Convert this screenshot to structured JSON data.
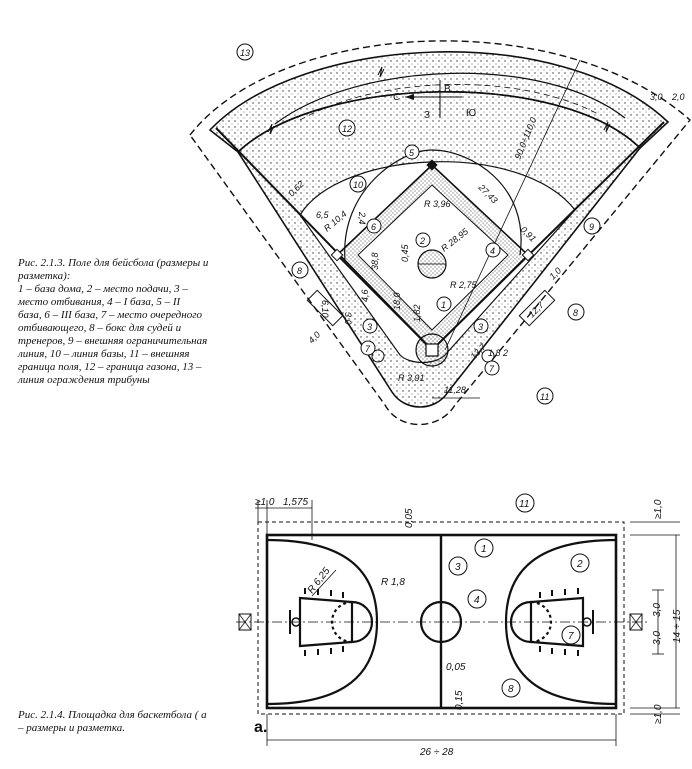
{
  "baseball": {
    "caption_lines": [
      "Рис. 2.1.3. Поле для бейсбола (размеры и",
      "разметка):",
      "1 – база дома, 2 – место подачи, 3 –",
      "место отбивания, 4 – I база, 5 – II",
      "база, 6 – III база, 7 – место очередного",
      "отбивающего, 8 – бокс для судей и",
      "тренеров, 9 – внешняя ограничительная",
      "линия, 10 – линия базы, 11 – внешняя",
      "граница поля, 12 – граница газона, 13 –",
      "линия ограждения трибуны"
    ],
    "compass": {
      "n": "С",
      "w": "В",
      "e": "Ю",
      "s": "З"
    },
    "callouts": [
      "1",
      "2",
      "3",
      "3",
      "4",
      "5",
      "6",
      "7",
      "7",
      "8",
      "8",
      "9",
      "10",
      "11",
      "12",
      "13"
    ],
    "dims": {
      "d_3_0": "3,0",
      "d_2_0": "2,0",
      "d_outfield": "90,0÷110,0",
      "d_27_43": "27,43",
      "d_r396": "R 3,96",
      "d_r10_4": "R 10,4",
      "d_6_5": "6,5",
      "d_2_4": "2,4",
      "d_0_62": "0,62",
      "d_38_8": "38,8",
      "d_0_45": "0,45",
      "d_r28_95": "R 28,95",
      "d_0_91": "0,91",
      "d_r2_75": "R 2,75",
      "d_18_0": "18,0",
      "d_4_6": "4,6",
      "d_1_82": "1,82",
      "d_6_10": "6,10",
      "d_3_0b": "3,0",
      "d_4_0": "4,0",
      "d_1_0": "1,0",
      "d_12_7": "12,7",
      "d_13_7": "13,7",
      "d_1_8_2": "1,8 2",
      "d_r3_91": "R 3,91",
      "d_11_28": "11,28"
    }
  },
  "basketball": {
    "caption_lines": [
      "Рис. 2.1.4. Площадка для баскетбола ( а",
      "– размеры и разметка."
    ],
    "panel_label": "а.",
    "callouts": [
      "1",
      "2",
      "3",
      "4",
      "7",
      "8",
      "11"
    ],
    "dims": {
      "top_1_0": "≥1,0",
      "top_1_575": "1,575",
      "top_0_05": "0,05",
      "right_1_0_top": "≥1,0",
      "right_1_0_bottom": "≥1,0",
      "r_6_25": "R 6,25",
      "r_1_8": "R 1,8",
      "v_3_0_a": "3,0",
      "v_3_0_b": "3,0",
      "v_14_15": "14 ÷ 15",
      "mid_0_05": "0,05",
      "mid_0_15": "0,15",
      "length": "26 ÷ 28"
    }
  }
}
